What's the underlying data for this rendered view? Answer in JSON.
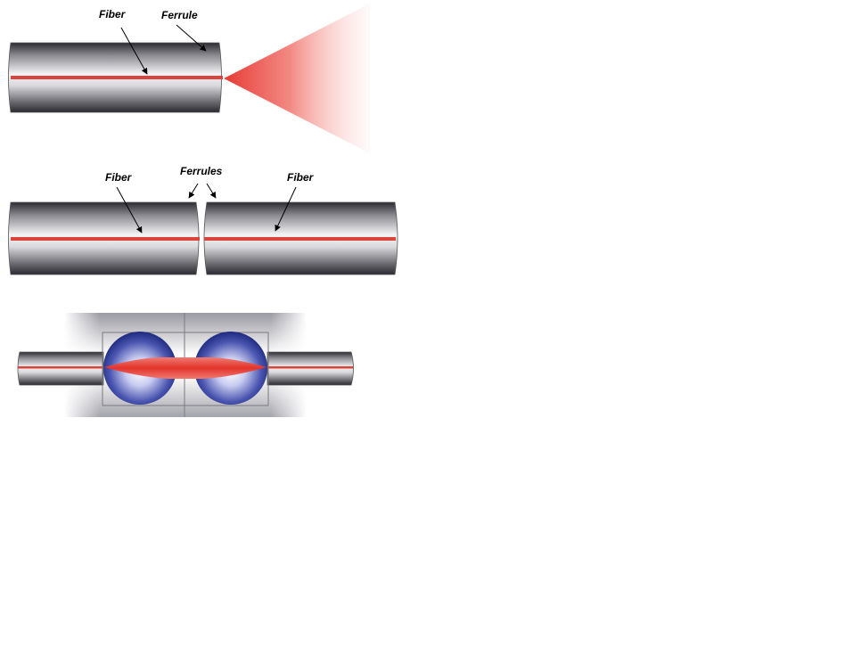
{
  "panel1": {
    "fiber_label": "Fiber",
    "ferrule_label": "Ferrule"
  },
  "panel2": {
    "fiber_left_label": "Fiber",
    "ferrules_label": "Ferrules",
    "fiber_right_label": "Fiber"
  },
  "colors": {
    "fiber_core": "#d9453a",
    "beam": "#e8403a",
    "lens": "#2f3f9a",
    "ferrule_dark": "#3a3a40",
    "ferrule_light": "#f2f2f4"
  }
}
